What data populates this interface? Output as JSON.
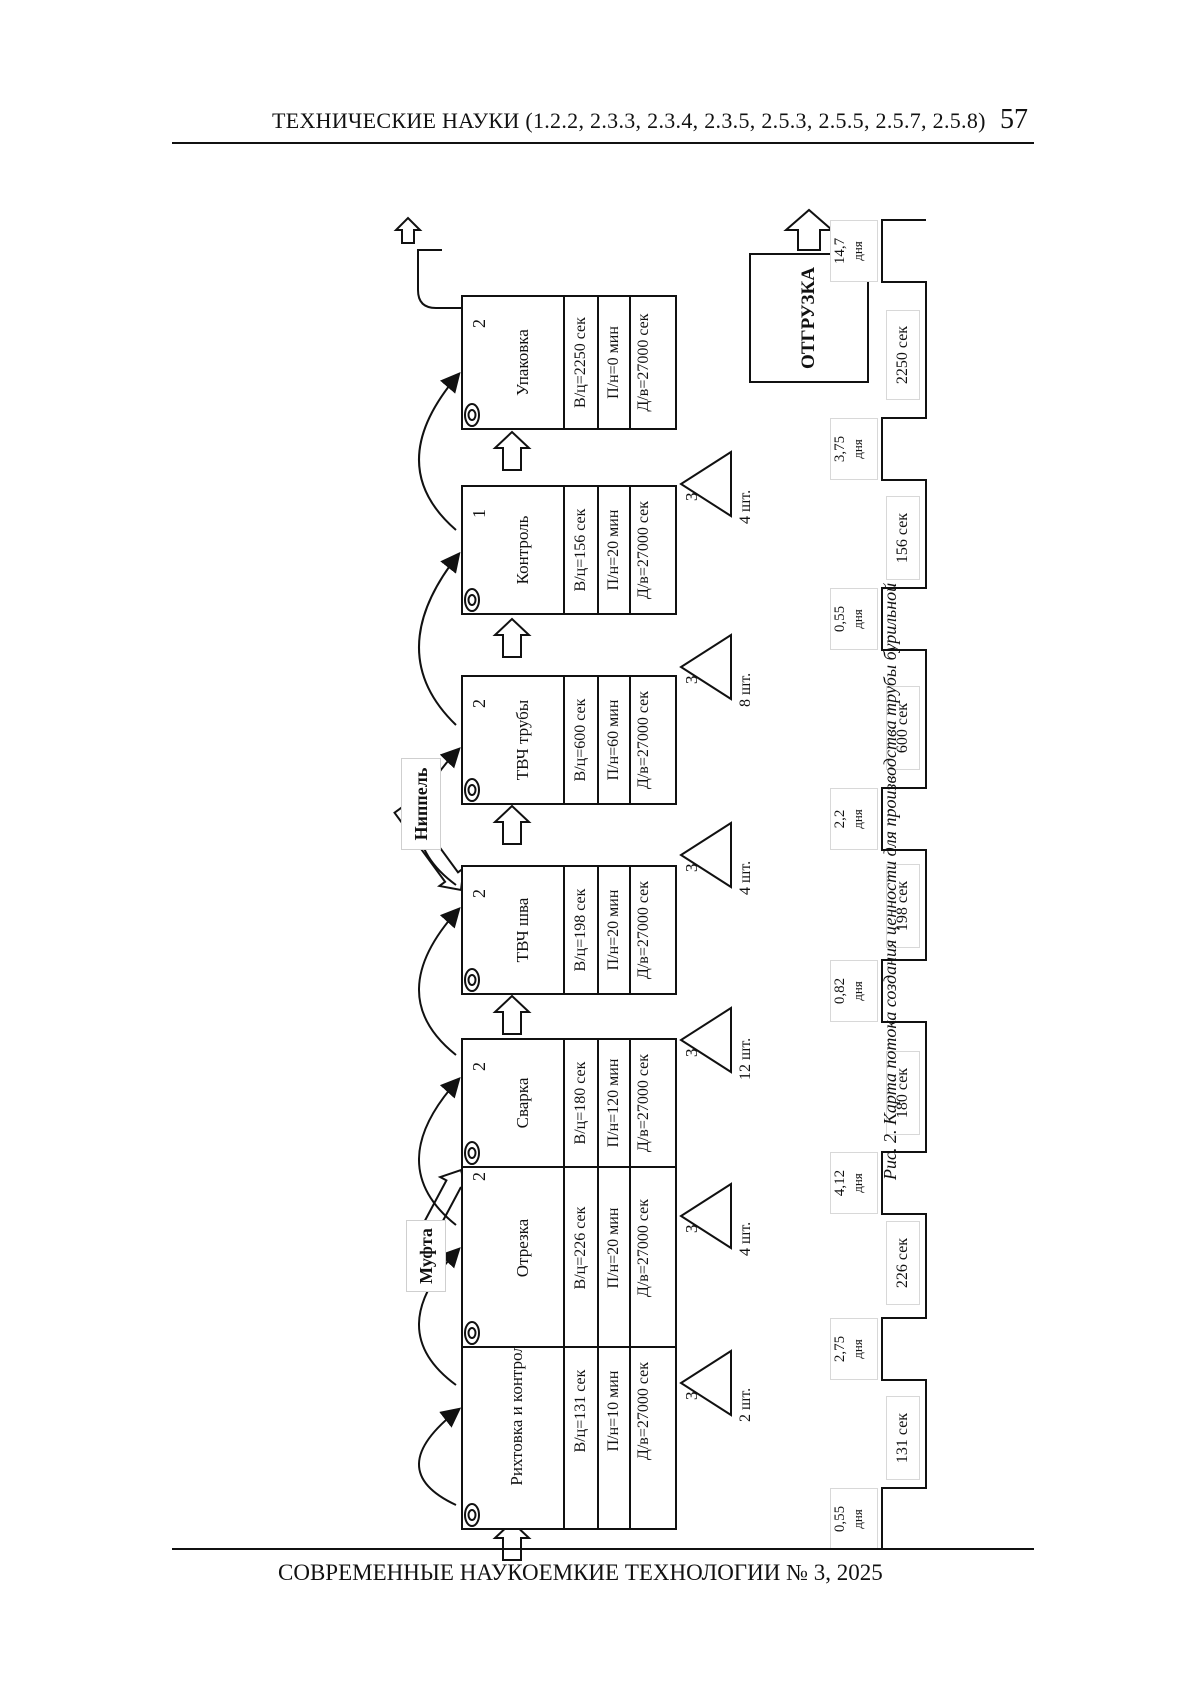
{
  "header": {
    "title": "ТЕХНИЧЕСКИЕ НАУКИ (1.2.2, 2.3.3, 2.3.4, 2.3.5, 2.5.3, 2.5.5, 2.5.7, 2.5.8)",
    "page_number": "57"
  },
  "footer": {
    "title": "СОВРЕМЕННЫЕ НАУКОЕМКИЕ ТЕХНОЛОГИИ   № 3, 2025"
  },
  "processes": [
    {
      "name": "Рихтовка и контроль",
      "operators": "2",
      "cycle": "В/ц=131 сек",
      "changeover": "П/н=10 мин",
      "available": "Д/в=27000 сек"
    },
    {
      "name": "Отрезка",
      "operators": "2",
      "cycle": "В/ц=226 сек",
      "changeover": "П/н=20 мин",
      "available": "Д/в=27000 сек"
    },
    {
      "name": "Сварка",
      "operators": "2",
      "cycle": "В/ц=180 сек",
      "changeover": "П/н=120 мин",
      "available": "Д/в=27000 сек"
    },
    {
      "name": "ТВЧ шва",
      "operators": "2",
      "cycle": "В/ц=198 сек",
      "changeover": "П/н=20 мин",
      "available": "Д/в=27000 сек"
    },
    {
      "name": "ТВЧ трубы",
      "operators": "2",
      "cycle": "В/ц=600 сек",
      "changeover": "П/н=60 мин",
      "available": "Д/в=27000 сек"
    },
    {
      "name": "Контроль",
      "operators": "1",
      "cycle": "В/ц=156 сек",
      "changeover": "П/н=20 мин",
      "available": "Д/в=27000 сек"
    },
    {
      "name": "Упаковка",
      "operators": "2",
      "cycle": "В/ц=2250 сек",
      "changeover": "П/н=0 мин",
      "available": "Д/в=27000 сек"
    }
  ],
  "inventory": [
    {
      "symbol": "3",
      "quantity": "2 шт."
    },
    {
      "symbol": "3",
      "quantity": "4 шт."
    },
    {
      "symbol": "3",
      "quantity": "12 шт."
    },
    {
      "symbol": "3",
      "quantity": "4 шт."
    },
    {
      "symbol": "3",
      "quantity": "8 шт."
    },
    {
      "symbol": "3",
      "quantity": "4 шт."
    }
  ],
  "suppliers": {
    "coupling": "Муфта",
    "nipple": "Ниппель"
  },
  "shipment": {
    "label": "ОТГРУЗКА"
  },
  "timeline": {
    "waits": [
      {
        "value": "0,55",
        "unit": "дня"
      },
      {
        "value": "2,75",
        "unit": "дня"
      },
      {
        "value": "4,12",
        "unit": "дня"
      },
      {
        "value": "0,82",
        "unit": "дня"
      },
      {
        "value": "2,2",
        "unit": "дня"
      },
      {
        "value": "0,55",
        "unit": "дня"
      },
      {
        "value": "3,75",
        "unit": "дня"
      },
      {
        "value": "14,7",
        "unit": "дня"
      }
    ],
    "process_times": [
      "131 сек",
      "226 сек",
      "180 сек",
      "198 сек",
      "600 сек",
      "156 сек",
      "2250 сек"
    ]
  },
  "caption": "Рис. 2. Карта потока создания ценности для производства трубы бурильной"
}
